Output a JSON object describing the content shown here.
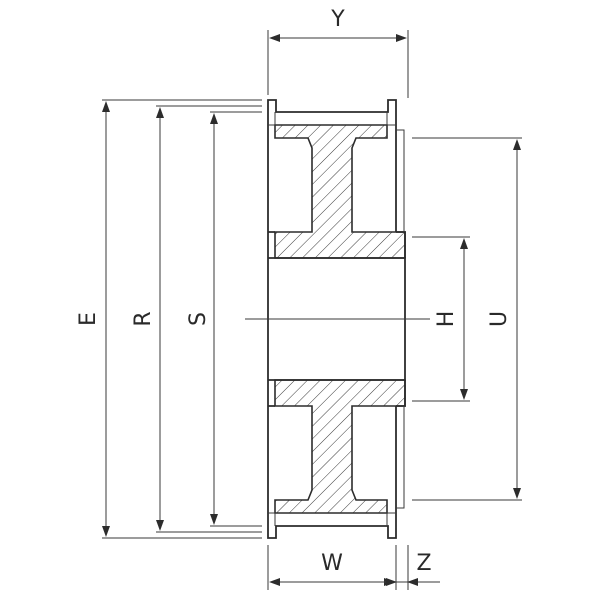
{
  "labels": {
    "E": "E",
    "R": "R",
    "S": "S",
    "H": "H",
    "U": "U",
    "Y": "Y",
    "W": "W",
    "Z": "Z"
  },
  "colors": {
    "line": "#2c2c2c",
    "background": "#ffffff"
  }
}
